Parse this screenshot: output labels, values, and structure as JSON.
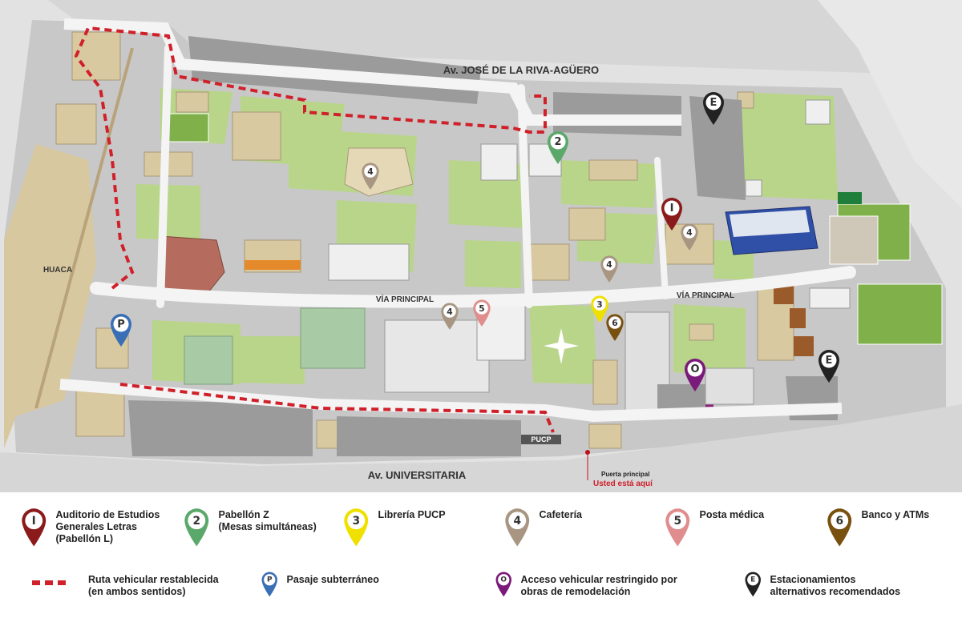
{
  "map": {
    "streets": {
      "top": "Av. JOSÉ DE LA RIVA-AGÜERO",
      "bottom": "Av. UNIVERSITARIA",
      "via_left": "VÍA PRINCIPAL",
      "via_right": "VÍA PRINCIPAL"
    },
    "area_huaca": "HUACA",
    "gate_sign": "PUCP",
    "you_are_here": {
      "title": "Puerta principal",
      "subtitle": "Usted está aquí"
    },
    "pins": [
      {
        "symbol": "2",
        "color": "#5aa86a"
      },
      {
        "symbol": "E",
        "color": "#222222"
      },
      {
        "symbol": "4",
        "color": "#a89683"
      },
      {
        "symbol": "I",
        "color": "#8b1a1a"
      },
      {
        "symbol": "4",
        "color": "#a89683"
      },
      {
        "symbol": "4",
        "color": "#a89683"
      },
      {
        "symbol": "P",
        "color": "#3a6fb6"
      },
      {
        "symbol": "4",
        "color": "#a89683"
      },
      {
        "symbol": "5",
        "color": "#e08d8d"
      },
      {
        "symbol": "3",
        "color": "#f0e000"
      },
      {
        "symbol": "6",
        "color": "#7a5010"
      },
      {
        "symbol": "O",
        "color": "#7a1a7a"
      },
      {
        "symbol": "E",
        "color": "#222222"
      }
    ]
  },
  "legend": {
    "items": [
      {
        "symbol": "I",
        "color": "#8b1a1a",
        "text": "Auditorio de Estudios\nGenerales Letras\n(Pabellón L)"
      },
      {
        "symbol": "2",
        "color": "#5aa86a",
        "text": "Pabellón Z\n(Mesas simultáneas)"
      },
      {
        "symbol": "3",
        "color": "#f0e000",
        "text": "Librería PUCP"
      },
      {
        "symbol": "4",
        "color": "#a89683",
        "text": "Cafetería"
      },
      {
        "symbol": "5",
        "color": "#e08d8d",
        "text": "Posta médica"
      },
      {
        "symbol": "6",
        "color": "#7a5010",
        "text": "Banco y ATMs"
      },
      {
        "symbol": "P",
        "color": "#3a6fb6",
        "text": "Pasaje subterráneo"
      },
      {
        "symbol": "O",
        "color": "#7a1a7a",
        "text": "Acceso vehicular restringido por\nobras de remodelación"
      },
      {
        "symbol": "E",
        "color": "#222222",
        "text": "Estacionamientos\nalternativos recomendados"
      }
    ],
    "route": {
      "text": "Ruta vehicular restablecida\n(en ambos sentidos)",
      "color": "#d0202a"
    }
  }
}
